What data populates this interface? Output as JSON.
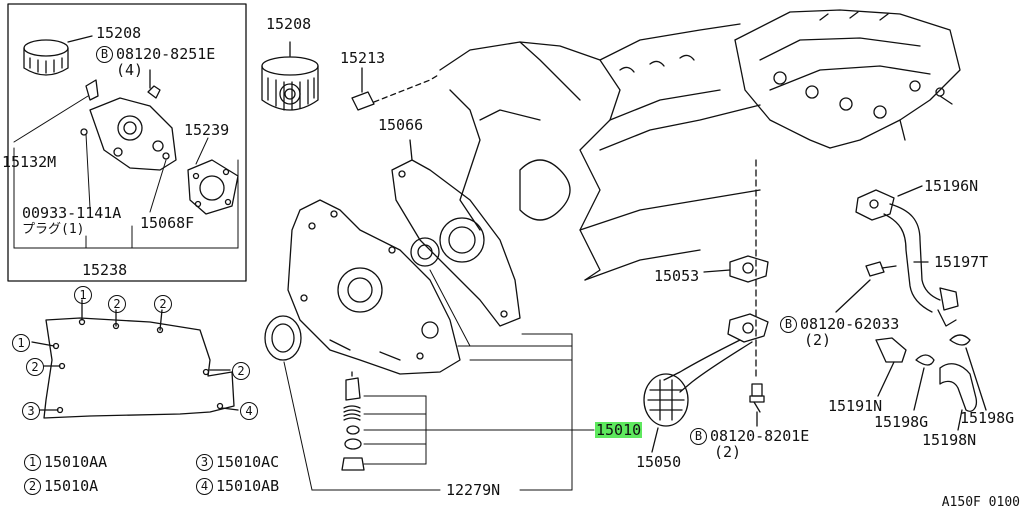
{
  "labels": {
    "inset_15208": "15208",
    "inset_bolt_circle": "B",
    "inset_bolt_part": "08120-8251E",
    "inset_bolt_qty": "(4)",
    "inset_15239": "15239",
    "inset_15132M": "15132M",
    "inset_00933": "00933-1141A",
    "inset_plug": "プラグ(1)",
    "inset_15068F": "15068F",
    "inset_15238": "15238",
    "filter_15208": "15208",
    "sensor_15213": "15213",
    "gasket_15066": "15066",
    "gasket_15053": "15053",
    "main_15010": "15010",
    "strainer_15050": "15050",
    "relief_12279N": "12279N",
    "bolt2_circle": "B",
    "bolt2_part": "08120-8201E",
    "bolt2_qty": "(2)",
    "bolt3_circle": "B",
    "bolt3_part": "08120-62033",
    "bolt3_qty": "(2)",
    "pipe_15196N": "15196N",
    "pipe_15197T": "15197T",
    "p_15191N": "15191N",
    "p_15198G_a": "15198G",
    "p_15198G_b": "15198G",
    "p_15198N": "15198N",
    "ref_code": "A150F 0100"
  },
  "legend": [
    {
      "mark": "1",
      "part": "15010AA"
    },
    {
      "mark": "2",
      "part": "15010A"
    },
    {
      "mark": "3",
      "part": "15010AC"
    },
    {
      "mark": "4",
      "part": "15010AB"
    }
  ],
  "bolt_marks": [
    "1",
    "2",
    "2",
    "1",
    "2",
    "2",
    "3",
    "4"
  ]
}
